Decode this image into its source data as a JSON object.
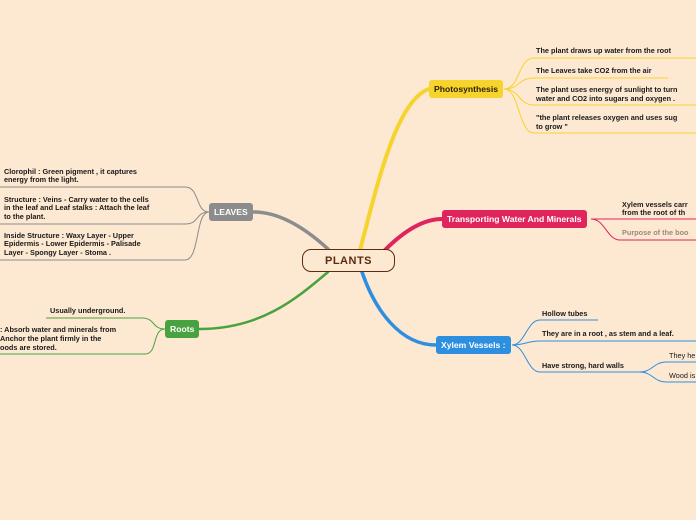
{
  "central": {
    "label": "PLANTS"
  },
  "branches": {
    "photosynthesis": {
      "label": "Photosynthesis",
      "color": "#f6d32d",
      "items": [
        "The plant draws up water from the root",
        "The Leaves take CO2 from the air",
        "The plant uses energy of sunlight to turn",
        "water and CO2 into sugars and oxygen .",
        "\"the plant releases oxygen and uses sug",
        "to grow \""
      ]
    },
    "transport": {
      "label": "Transporting Water And Minerals",
      "color": "#e0245e",
      "items": [
        "Xylem vessels carr",
        "from the root of th",
        "Purpose of the boo"
      ]
    },
    "xylem": {
      "label": "Xylem Vessels :",
      "color": "#2d8fe0",
      "items": [
        "Hollow tubes",
        "They are in a root , as stem and a leaf.",
        "Have strong, hard walls"
      ],
      "subitems": [
        "They he",
        "Wood is"
      ]
    },
    "leaves": {
      "label": "LEAVES",
      "color": "#8c8c8c",
      "items": [
        "Clorophil : Green pigment , it captures",
        "energy from the light.",
        "Structure : Veins - Carry water to the cells",
        "in the leaf and Leaf stalks : Attach the leaf",
        "to the plant.",
        "Inside Structure : Waxy Layer - Upper",
        "Epidermis - Lower Epidermis - Palisade",
        "Layer - Spongy Layer - Stoma ."
      ]
    },
    "roots": {
      "label": "Roots",
      "color": "#48a23f",
      "items": [
        "Usually underground.",
        ": Absorb water and minerals from",
        "Anchor the plant firmly in the",
        "oods are stored."
      ]
    }
  }
}
